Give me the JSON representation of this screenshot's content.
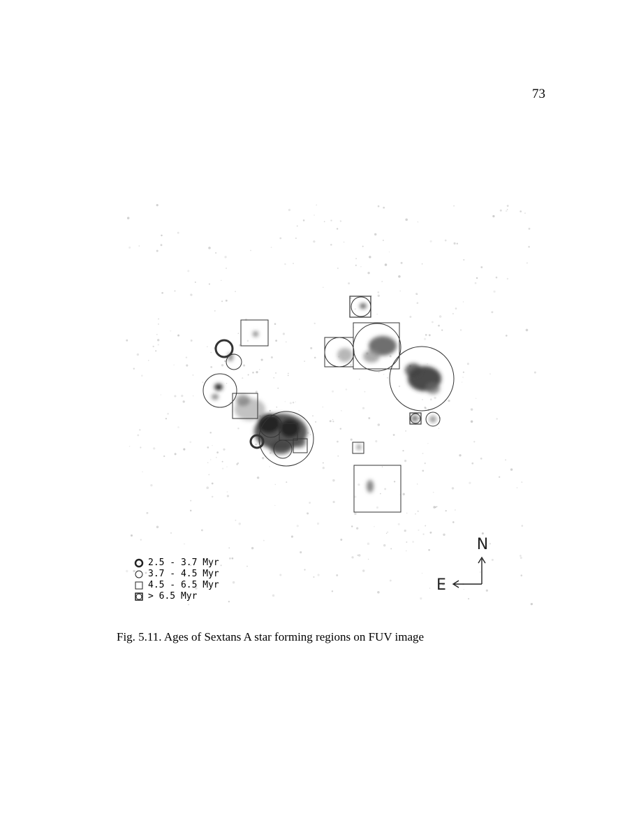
{
  "page": {
    "number": "73"
  },
  "figure": {
    "caption": "Fig. 5.11. Ages of Sextans A star forming regions on FUV image",
    "legend": [
      {
        "label": "2.5 - 3.7 Myr",
        "symbol": "thick-circle"
      },
      {
        "label": "3.7 - 4.5 Myr",
        "symbol": "circle"
      },
      {
        "label": "4.5 - 6.5 Myr",
        "symbol": "square"
      },
      {
        "label": "> 6.5 Myr",
        "symbol": "circle-in-square"
      }
    ],
    "compass": {
      "north": "N",
      "east": "E"
    }
  }
}
